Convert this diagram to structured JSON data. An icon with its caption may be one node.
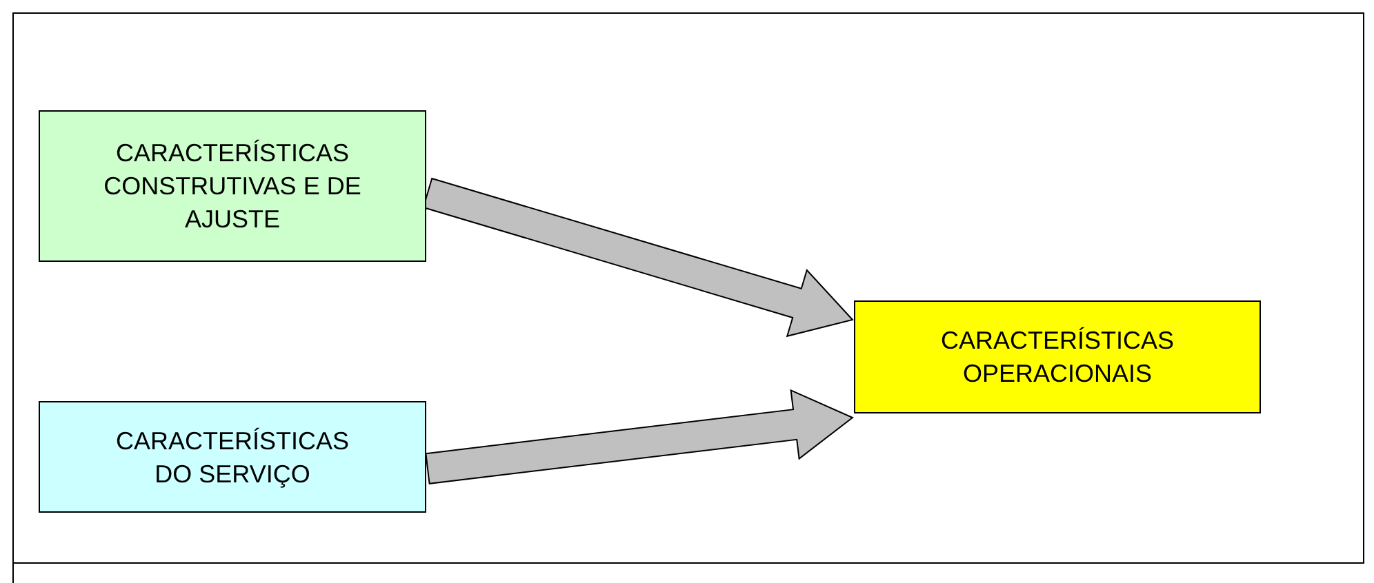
{
  "diagram": {
    "nodes": [
      {
        "text": [
          "CARACTERÍSTICAS CONSTRUTIVAS E DE AJUSTE"
        ]
      },
      {
        "text": [
          "CARACTERÍSTICAS DO SERVIÇO"
        ]
      },
      {
        "text": [
          "CARACTERÍSTICAS OPERACIONAIS"
        ]
      }
    ],
    "edges": [
      {
        "from": 0,
        "to": 2,
        "arrow": "to"
      },
      {
        "from": 1,
        "to": 2,
        "arrow": "to"
      }
    ]
  }
}
